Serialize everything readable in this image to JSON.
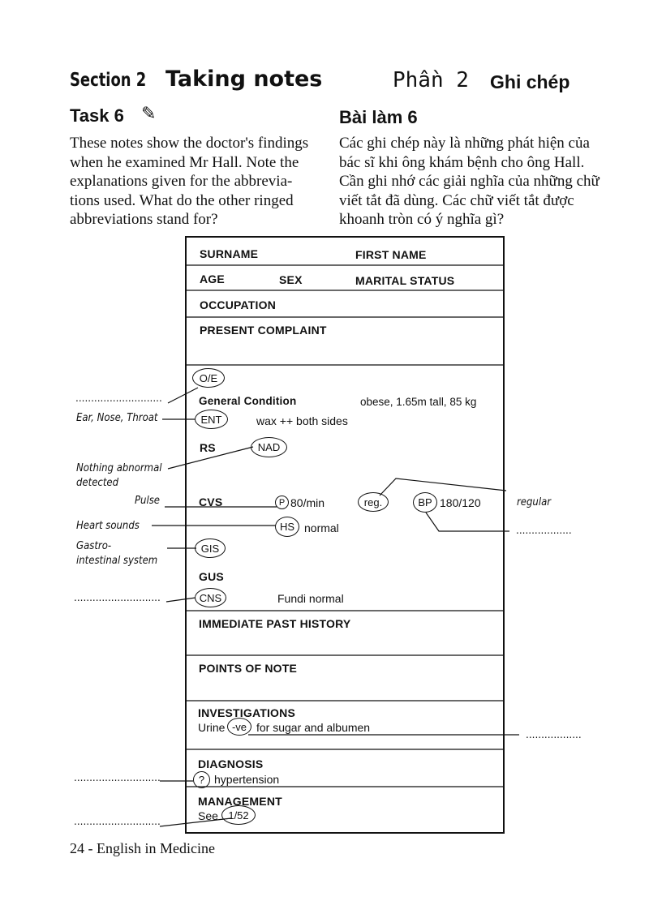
{
  "header": {
    "section_en": "Section 2",
    "section_en_title": "Taking notes",
    "section_vi": "Phần 2",
    "section_vi_title": "Ghi chép"
  },
  "task": {
    "en_title": "Task 6",
    "en_icon": "pencil-icon",
    "vi_title": "Bài làm 6",
    "en_lines": [
      "These notes show the doctor's findings",
      "when he examined Mr Hall. Note the",
      "explanations given for the abbrevia-",
      "tions used. What do the other ringed",
      "abbreviations stand for?"
    ],
    "vi_lines": [
      "Các ghi chép này là những phát hiện của",
      "bác sĩ khi ông khám bệnh cho ông Hall.",
      "Cần ghi nhớ các giải nghĩa của những chữ",
      "viết tắt đã dùng. Các chữ viết tắt được",
      "khoanh tròn có ý nghĩa gì?"
    ]
  },
  "form": {
    "surname": "SURNAME",
    "first_name": "FIRST NAME",
    "age": "AGE",
    "sex": "SEX",
    "marital_status": "MARITAL STATUS",
    "occupation": "OCCUPATION",
    "present_complaint": "PRESENT COMPLAINT",
    "oe": "O/E",
    "general_condition": "General Condition",
    "general_condition_value": "obese, 1.65m tall, 85 kg",
    "ent": "ENT",
    "ent_value": "wax ++ both sides",
    "rs": "RS",
    "nad": "NAD",
    "cvs": "CVS",
    "p": "P",
    "pulse_value": "80/min",
    "reg": "reg.",
    "bp": "BP",
    "bp_value": "180/120",
    "hs": "HS",
    "hs_value": "normal",
    "gis": "GIS",
    "gus": "GUS",
    "cns": "CNS",
    "cns_value": "Fundi normal",
    "immediate_past_history": "IMMEDIATE PAST HISTORY",
    "points_of_note": "POINTS OF NOTE",
    "investigations": "INVESTIGATIONS",
    "urine": "Urine",
    "ve": "-ve",
    "urine_rest": "for sugar and albumen",
    "diagnosis": "DIAGNOSIS",
    "question": "?",
    "diagnosis_value": "hypertension",
    "management": "MANAGEMENT",
    "see": "See",
    "followup": "1/52"
  },
  "annotations": {
    "blank": "............................",
    "blank_right": "..................",
    "ent": "Ear, Nose, Throat",
    "nad_line1": "Nothing abnormal",
    "nad_line2": "detected",
    "pulse": "Pulse",
    "heart_sounds": "Heart sounds",
    "gis_line1": "Gastro-",
    "gis_line2": "intestinal system",
    "regular": "regular"
  },
  "footer": {
    "page": "24 - English in Medicine"
  }
}
